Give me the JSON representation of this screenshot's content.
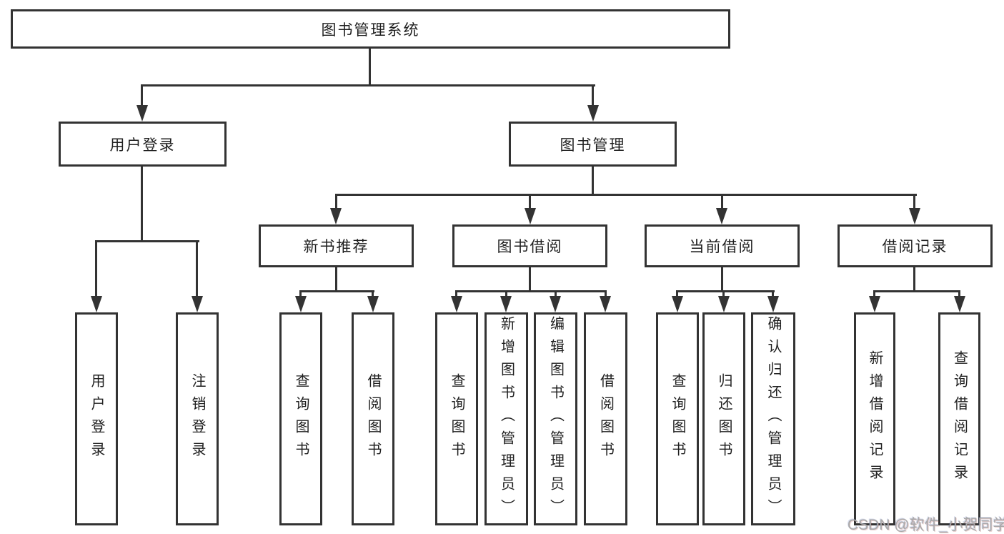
{
  "tree": {
    "root": {
      "label": "图书管理系统",
      "children": [
        {
          "label": "用户登录",
          "children": [
            {
              "label": "用户登录"
            },
            {
              "label": "注销登录"
            }
          ]
        },
        {
          "label": "图书管理",
          "children": [
            {
              "label": "新书推荐",
              "children": [
                {
                  "label": "查询图书"
                },
                {
                  "label": "借阅图书"
                }
              ]
            },
            {
              "label": "图书借阅",
              "children": [
                {
                  "label": "查询图书"
                },
                {
                  "label": "新增图书（管理员）"
                },
                {
                  "label": "编辑图书（管理员）"
                },
                {
                  "label": "借阅图书"
                }
              ]
            },
            {
              "label": "当前借阅",
              "children": [
                {
                  "label": "查询图书"
                },
                {
                  "label": "归还图书"
                },
                {
                  "label": "确认归还（管理员）"
                }
              ]
            },
            {
              "label": "借阅记录",
              "children": [
                {
                  "label": "新增借阅记录"
                },
                {
                  "label": "查询借阅记录"
                }
              ]
            }
          ]
        }
      ]
    }
  },
  "watermark": {
    "text": "CSDN @软件_小贺同学"
  },
  "colors": {
    "line": "#333333",
    "box_border": "#333333",
    "box_fill": "#ffffff",
    "text": "#1f1f1f",
    "watermark": "#a9a9a9",
    "background": "#ffffff"
  }
}
